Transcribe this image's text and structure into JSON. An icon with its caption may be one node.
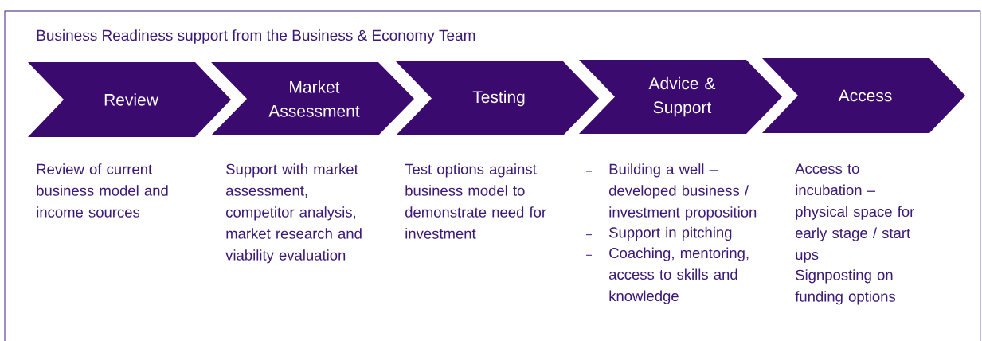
{
  "diagram": {
    "title": "Business Readiness support from the Business & Economy Team",
    "nodes": [
      {
        "text": [
          "Review"
        ],
        "beside": [
          "Review of current business model and income sources"
        ]
      },
      {
        "text": [
          "Market Assessment"
        ],
        "beside": [
          "Support with market assessment, competitor analysis, market research and viability evaluation"
        ]
      },
      {
        "text": [
          "Testing"
        ],
        "beside": [
          "Test options against business model to demonstrate need for investment"
        ]
      },
      {
        "text": [
          "Advice & Support"
        ],
        "beside": [
          "Building a well – developed business / investment proposition",
          "Support in pitching",
          "Coaching, mentoring, access to skills and knowledge"
        ]
      },
      {
        "text": [
          "Access"
        ],
        "beside": [
          "Access to incubation – physical space for early stage / start ups",
          "Signposting on funding options"
        ]
      }
    ]
  }
}
